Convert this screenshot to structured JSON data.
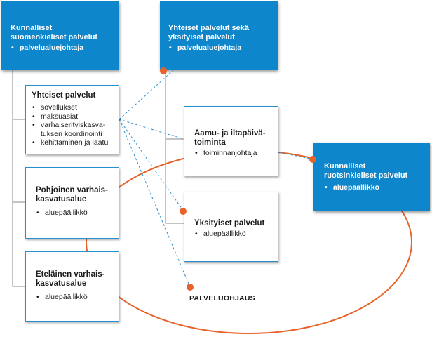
{
  "boxes": {
    "suomenkieliset": {
      "title": "Kunnalliset\nsuomenkieliset palvelut",
      "items": [
        "palvelualuejohtaja"
      ]
    },
    "yhteiset_ja_yksityiset": {
      "title": "Yhteiset palvelut sekä\nyksityiset palvelut",
      "items": [
        "palvelualuejohtaja"
      ]
    },
    "yhteiset_palvelut": {
      "title": "Yhteiset palvelut",
      "items": [
        "sovellukset",
        "maksuasiat",
        "varhaiserityiskasva-\ntuksen koordinointi",
        "kehittäminen ja laatu"
      ]
    },
    "pohjoinen": {
      "title": "Pohjoinen varhais-\nkasvatusalue",
      "items": [
        "aluepäällikkö"
      ]
    },
    "etelainen": {
      "title": "Eteläinen varhais-\nkasvatusalue",
      "items": [
        "aluepäällikkö"
      ]
    },
    "aamu_iltapaiva": {
      "title": "Aamu- ja iltapäivä-\ntoiminta",
      "items": [
        "toiminnanjohtaja"
      ]
    },
    "yksityiset": {
      "title": "Yksityiset palvelut",
      "items": [
        "aluepäällikkö"
      ]
    },
    "ruotsinkieliset": {
      "title": "Kunnalliset\nruotsinkieliset palvelut",
      "items": [
        "aluepäällikkö"
      ]
    }
  },
  "labels": {
    "palveluohjaus": "PALVELUOHJAUS"
  },
  "colors": {
    "primary_blue": "#0e86cc",
    "box_border": "#2a8fd0",
    "connector_gray": "#8a8a8a",
    "dashed_blue": "#2a8fd0",
    "accent_orange": "#e8632a"
  }
}
